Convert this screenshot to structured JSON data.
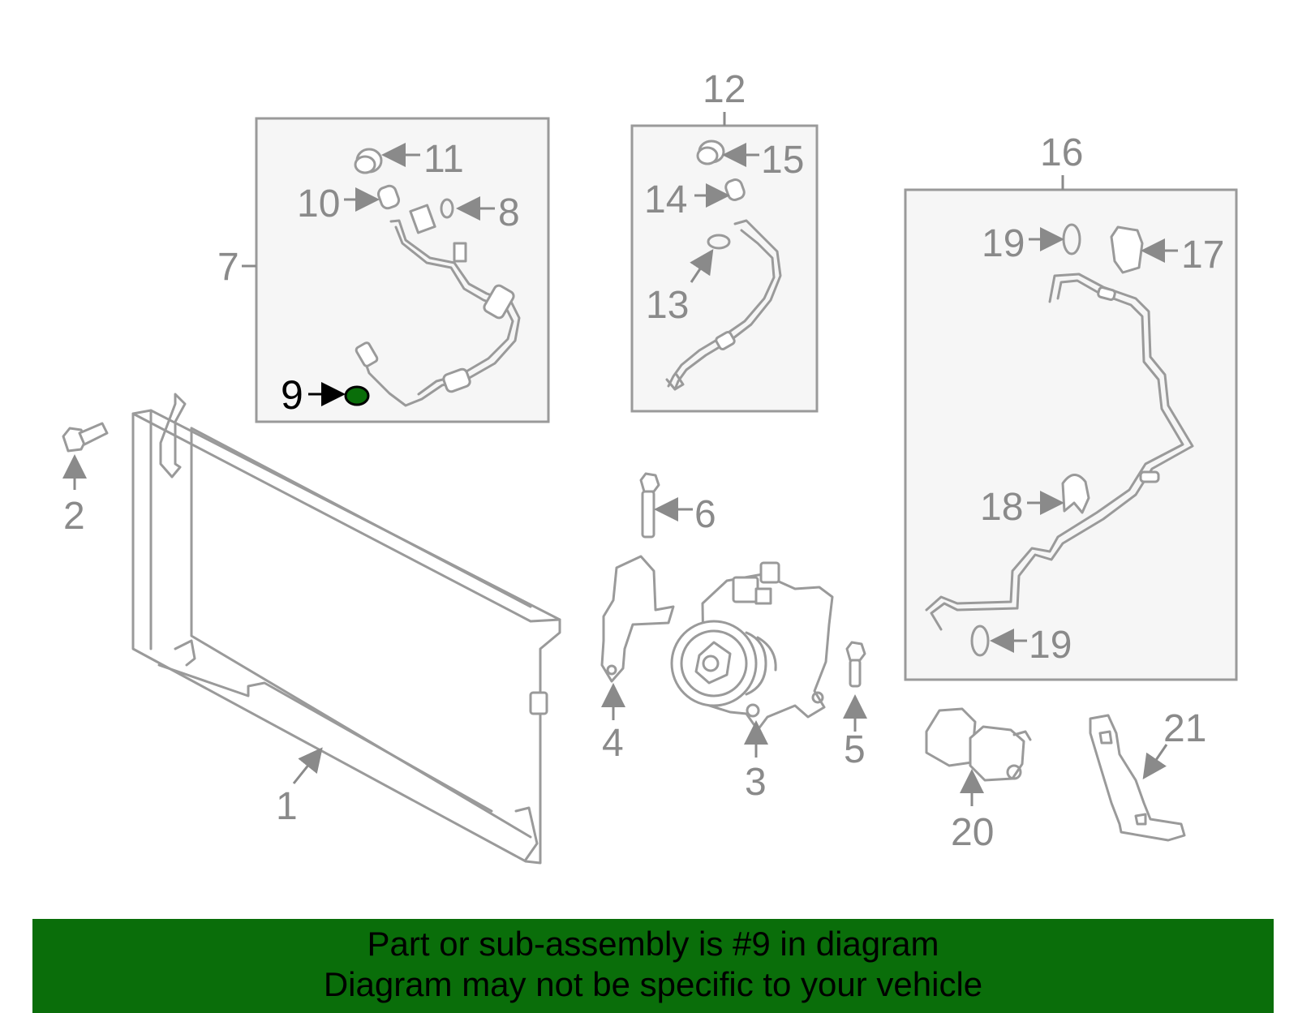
{
  "colors": {
    "highlight": "#0a6e0a",
    "part_line": "#9a9a9a",
    "label": "#8a8a8a"
  },
  "callouts": {
    "c1": "1",
    "c2": "2",
    "c3": "3",
    "c4": "4",
    "c5": "5",
    "c6": "6",
    "c7": "7",
    "c8": "8",
    "c9": "9",
    "c10": "10",
    "c11": "11",
    "c12": "12",
    "c13": "13",
    "c14": "14",
    "c15": "15",
    "c16": "16",
    "c17": "17",
    "c18": "18",
    "c19a": "19",
    "c19b": "19",
    "c20": "20",
    "c21": "21"
  },
  "highlighted_part": "9",
  "banner": {
    "line1": "Part or sub-assembly is #9 in diagram",
    "line2": "Diagram may not be specific to your vehicle"
  }
}
